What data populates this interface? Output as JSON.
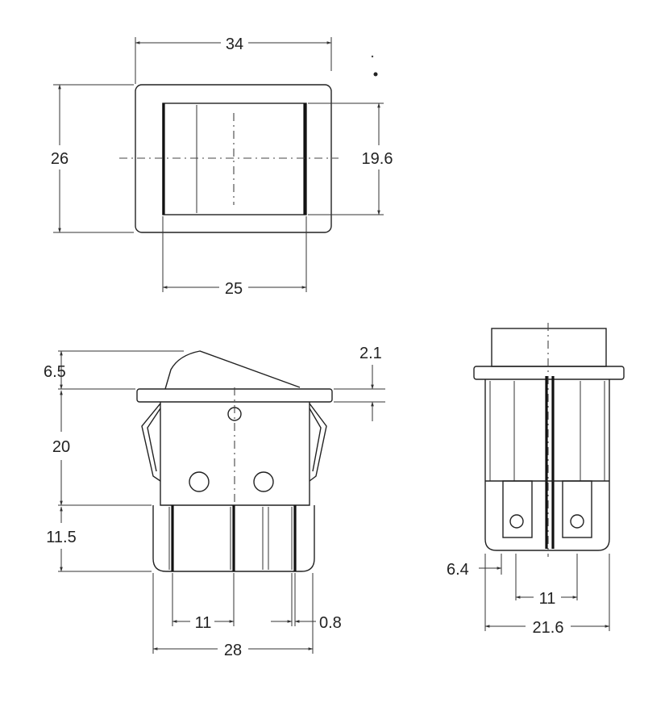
{
  "top_view": {
    "overall_width": "34",
    "overall_height": "26",
    "window_height": "19.6",
    "window_width": "25"
  },
  "side_view": {
    "rocker_height": "6.5",
    "flange_thickness": "2.1",
    "body_height": "20",
    "terminal_length": "11.5",
    "terminal_spacing": "11",
    "terminal_thickness": "0.8",
    "body_width": "28"
  },
  "end_view": {
    "terminal_offset": "6.4",
    "terminal_spacing": "11",
    "body_width": "21.6"
  }
}
